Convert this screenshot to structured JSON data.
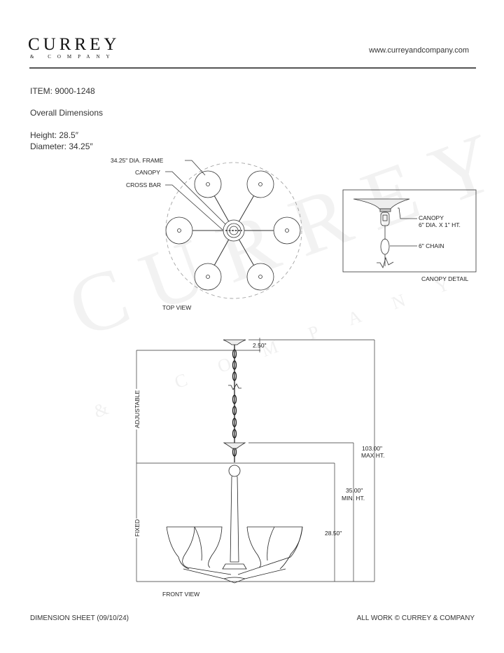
{
  "header": {
    "logo_main": "CURREY",
    "logo_sub": "& COMPANY",
    "url": "www.curreyandcompany.com"
  },
  "info": {
    "item": "ITEM: 9000-1248",
    "section": "Overall Dimensions",
    "height": "Height: 28.5″",
    "diameter": "Diameter: 34.25″"
  },
  "top_view": {
    "title": "TOP VIEW",
    "labels": {
      "frame": "34.25\" DIA. FRAME",
      "canopy": "CANOPY",
      "cross_bar": "CROSS BAR"
    }
  },
  "canopy_detail": {
    "title": "CANOPY DETAIL",
    "canopy_label": "CANOPY",
    "canopy_size": "6\" DIA. X 1\" HT.",
    "chain_label": "6\" CHAIN"
  },
  "front_view": {
    "title": "FRONT VIEW",
    "canopy_height": "2.50\"",
    "max_value": "103.00\"",
    "max_label": "MAX HT.",
    "min_value": "35.00\"",
    "min_label": "MIN. HT.",
    "fixed_height": "28.50\"",
    "adjustable": "ADJUSTABLE",
    "fixed": "FIXED"
  },
  "footer": {
    "left": "DIMENSION SHEET (09/10/24)",
    "right": "ALL WORK © CURREY & COMPANY"
  }
}
